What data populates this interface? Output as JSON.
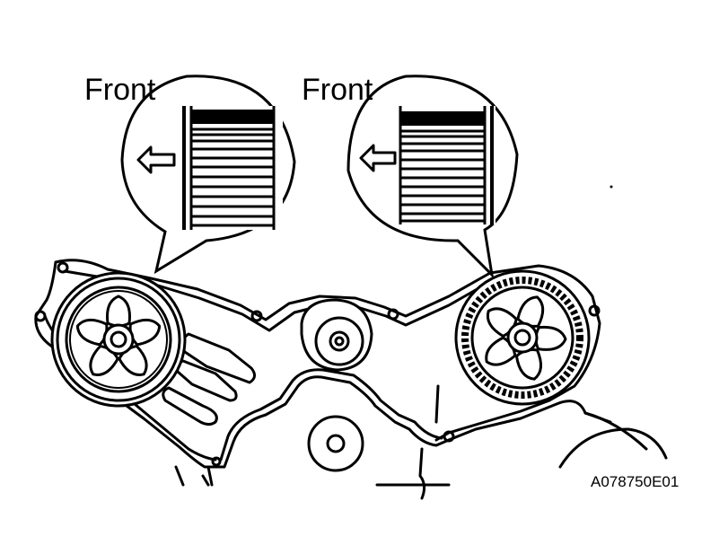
{
  "labels": {
    "front_left": "Front",
    "front_right": "Front",
    "figure_id": "A078750E01"
  },
  "icons": {
    "direction_arrow": "left-arrow-icon"
  },
  "colors": {
    "ink": "#000000",
    "paper": "#ffffff"
  }
}
